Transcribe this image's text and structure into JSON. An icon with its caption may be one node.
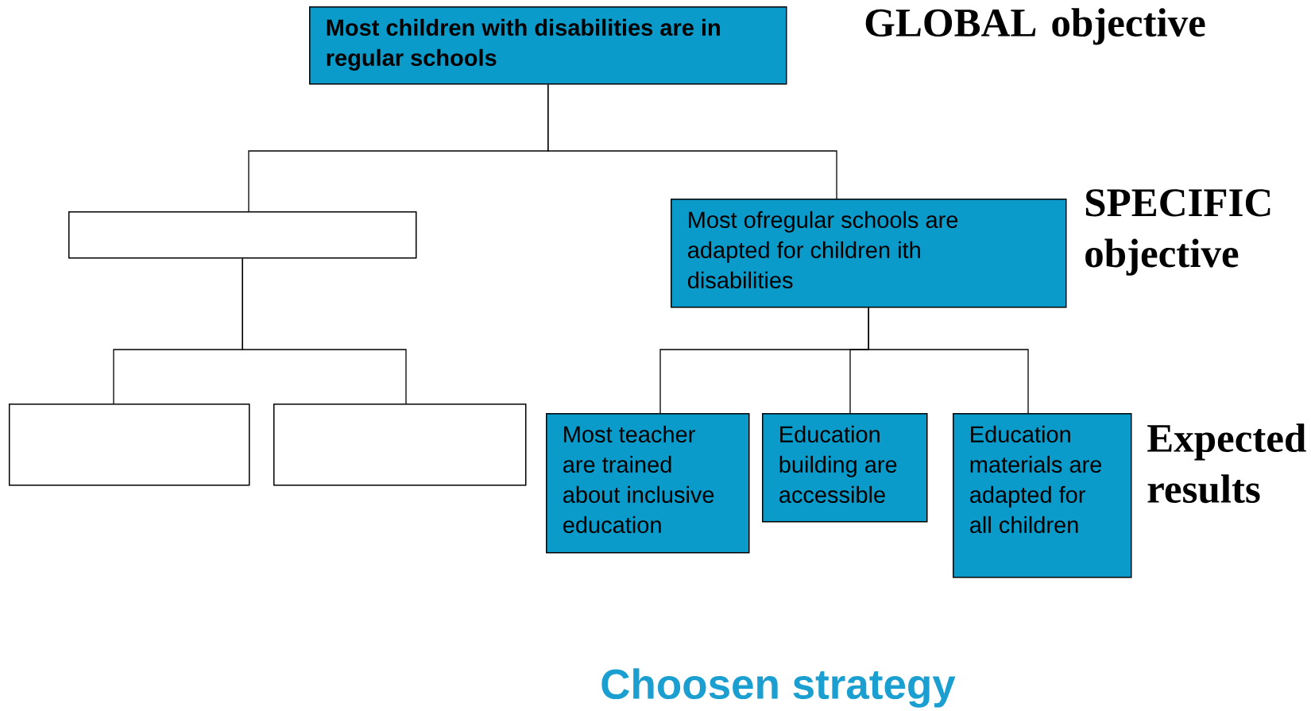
{
  "diagram": {
    "title": "Choosen strategy",
    "nodes": [
      {
        "text": [
          "Most children with disabilities are in regular schools"
        ]
      },
      {
        "text": [],
        "shape": "box"
      },
      {
        "text": [
          "Most ofregular schools are adapted for children ith disabilities"
        ]
      },
      {
        "text": [],
        "shape": "box"
      },
      {
        "text": [],
        "shape": "box"
      },
      {
        "text": [
          "Most teacher are trained about inclusive education"
        ]
      },
      {
        "text": [
          "Education building are accessible"
        ]
      },
      {
        "text": [
          "Education materials are adapted for all children"
        ]
      }
    ],
    "edges": [
      {
        "from": 0,
        "to": 1,
        "arrow": "none"
      },
      {
        "from": 0,
        "to": 2,
        "arrow": "none"
      },
      {
        "from": 1,
        "to": 3,
        "arrow": "none"
      },
      {
        "from": 1,
        "to": 4,
        "arrow": "none"
      },
      {
        "from": 2,
        "to": 5,
        "arrow": "none"
      },
      {
        "from": 2,
        "to": 6,
        "arrow": "none"
      },
      {
        "from": 2,
        "to": 7,
        "arrow": "none"
      }
    ],
    "labels": [
      "GLOBAL objective",
      "SPECIFIC objective",
      "Expected results"
    ]
  }
}
